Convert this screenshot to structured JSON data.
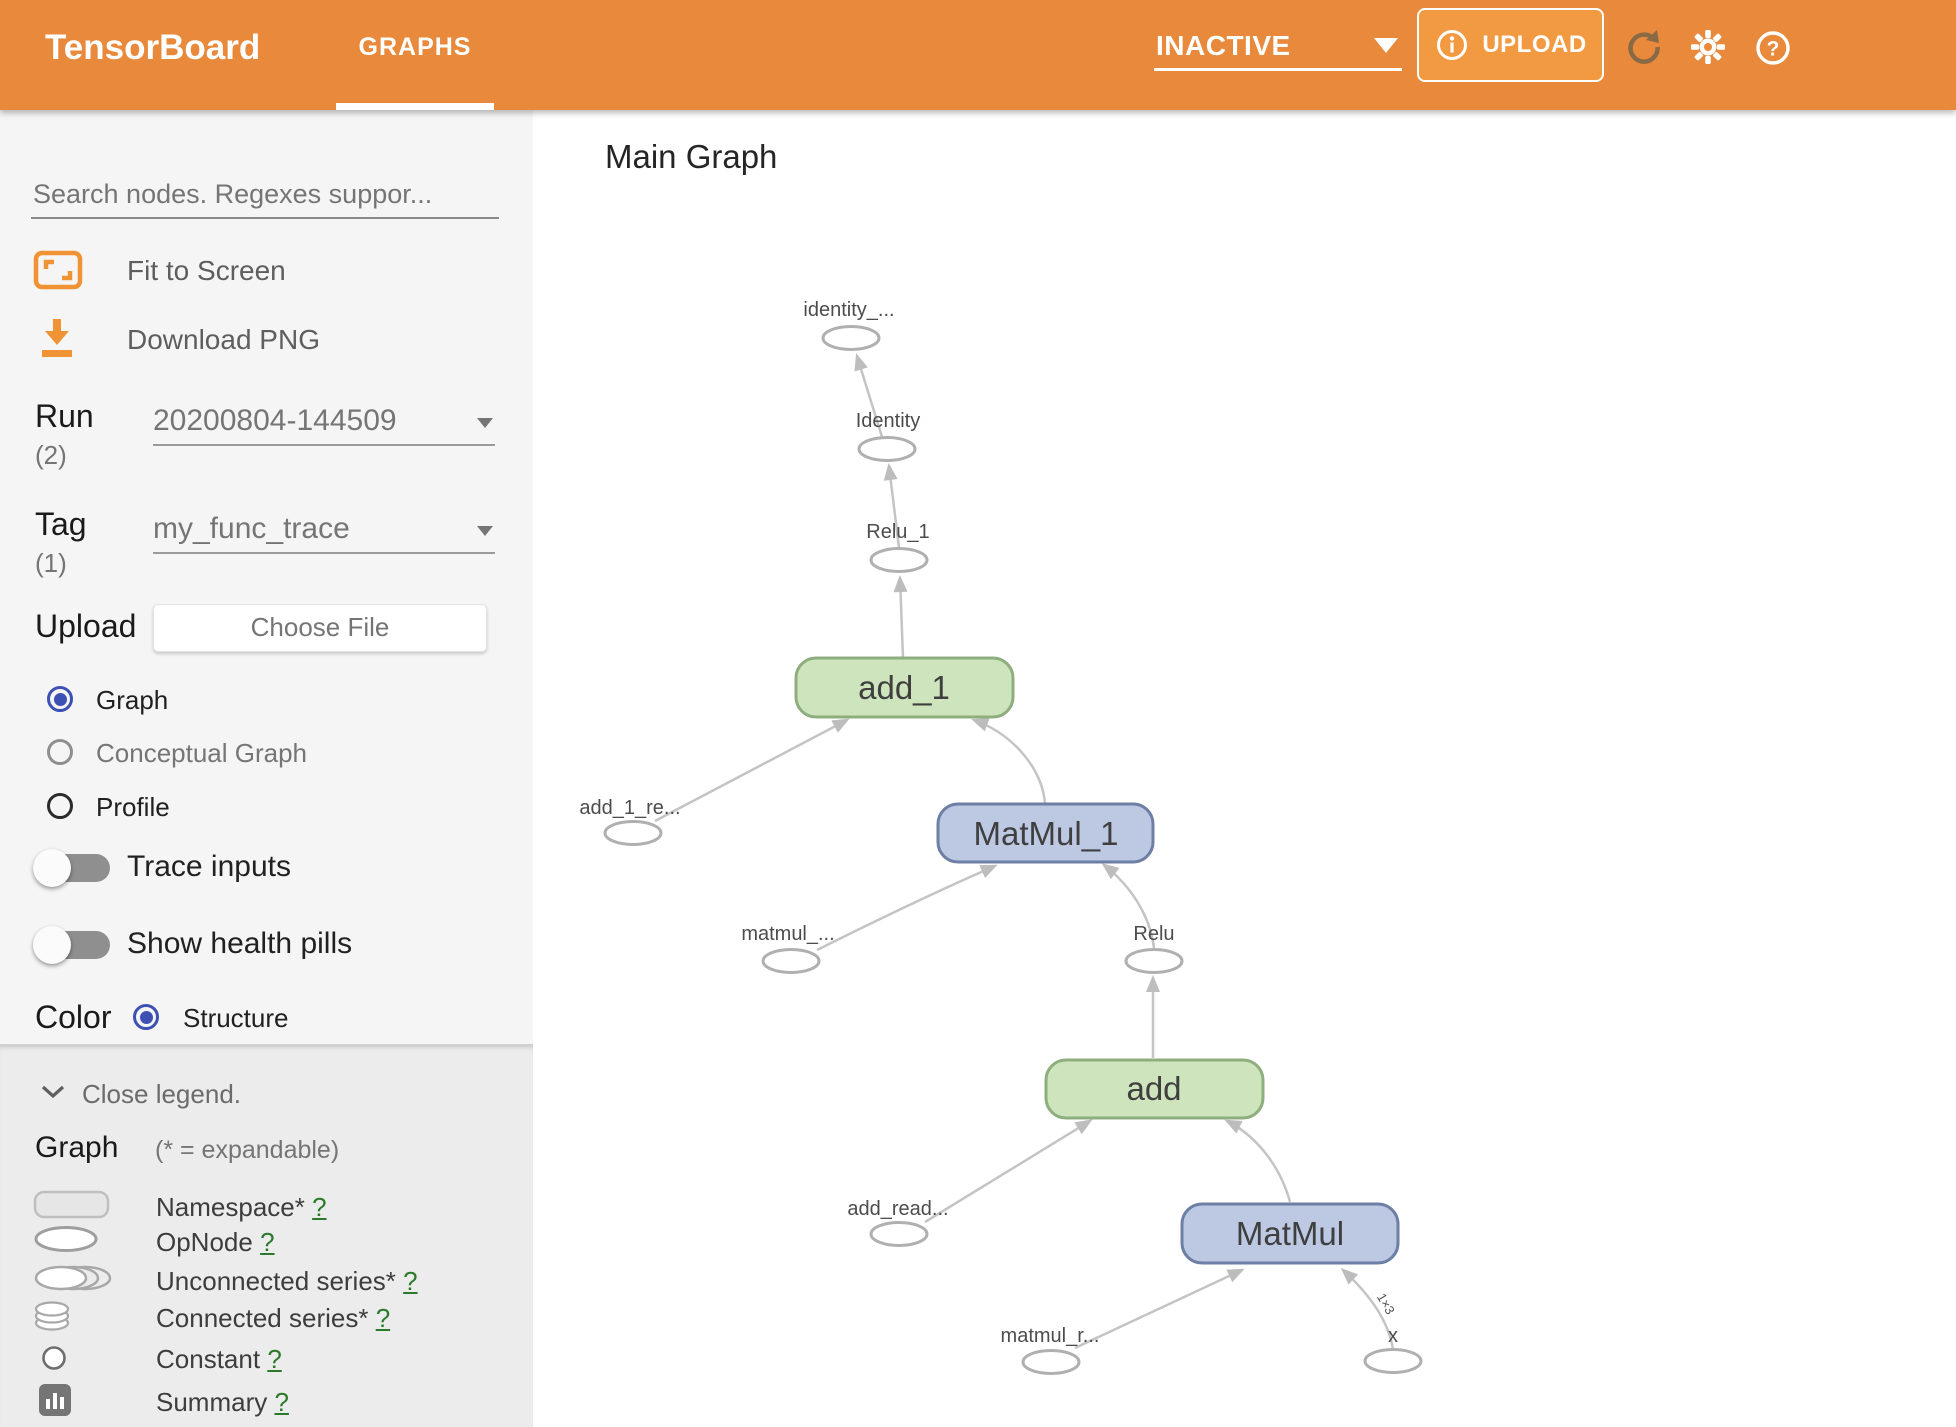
{
  "header": {
    "logo": "TensorBoard",
    "tab": "GRAPHS",
    "status": "INACTIVE",
    "upload": "UPLOAD"
  },
  "sidebar": {
    "search_placeholder": "Search nodes. Regexes suppor...",
    "fit_to_screen": "Fit to Screen",
    "download_png": "Download PNG",
    "run_label": "Run",
    "run_count": "(2)",
    "run_value": "20200804-144509",
    "tag_label": "Tag",
    "tag_count": "(1)",
    "tag_value": "my_func_trace",
    "upload_label": "Upload",
    "choose_file": "Choose File",
    "radio_graph": "Graph",
    "radio_conceptual": "Conceptual Graph",
    "radio_profile": "Profile",
    "trace_inputs": "Trace inputs",
    "show_health_pills": "Show health pills",
    "color_label": "Color",
    "color_structure": "Structure",
    "legend": {
      "close": "Close legend.",
      "graph_header": "Graph",
      "expandable_note": "(* = expandable)",
      "items": [
        {
          "label": "Namespace*",
          "help": "?"
        },
        {
          "label": "OpNode",
          "help": "?"
        },
        {
          "label": "Unconnected series*",
          "help": "?"
        },
        {
          "label": "Connected series*",
          "help": "?"
        },
        {
          "label": "Constant",
          "help": "?"
        },
        {
          "label": "Summary",
          "help": "?"
        }
      ]
    }
  },
  "graph": {
    "title": "Main Graph",
    "edge_label": "1×3",
    "nodes": {
      "identity_out": "identity_...",
      "identity": "Identity",
      "relu_1": "Relu_1",
      "add_1": "add_1",
      "add_1_read": "add_1_re...",
      "matmul_1": "MatMul_1",
      "matmul_read2": "matmul_...",
      "relu": "Relu",
      "add": "add",
      "add_read": "add_read...",
      "matmul": "MatMul",
      "matmul_read": "matmul_r...",
      "x": "x"
    }
  },
  "colors": {
    "header_bg": "#e8893b",
    "accent_orange": "#ef9334",
    "radio_selected": "#3d51b5",
    "op_green_fill": "#cde4bc",
    "op_green_stroke": "#8fae7e",
    "op_blue_fill": "#bdc8e3",
    "op_blue_stroke": "#6d7fa4",
    "help_green": "#2b7a2b"
  }
}
